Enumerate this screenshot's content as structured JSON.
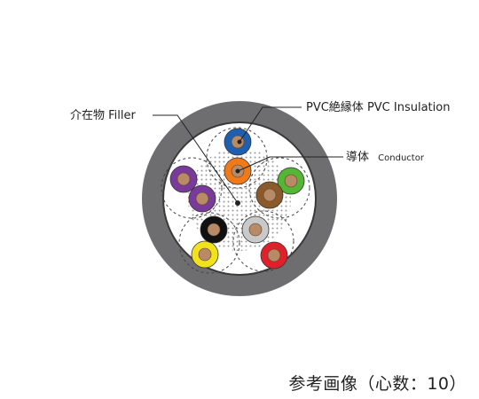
{
  "labels": {
    "filler": "介在物 Filler",
    "insulation": "PVC絶縁体 PVC Insulation",
    "conductor_jp": "導体",
    "conductor_en": "Conductor"
  },
  "caption": "参考画像（心数：10）",
  "colors": {
    "sheath": "#6e6e70",
    "sheath_inner_edge": "#3a3a3a",
    "core_bg": "#ffffff",
    "filler_dots": "#9a9a9a",
    "copper": "#b88a66",
    "leader": "#222222"
  },
  "cores": [
    {
      "name": "blue",
      "color": "#1e5fb0"
    },
    {
      "name": "orange",
      "color": "#f07a1a"
    },
    {
      "name": "green",
      "color": "#55b534"
    },
    {
      "name": "brown",
      "color": "#8a5a2b"
    },
    {
      "name": "light-gray",
      "color": "#c9c9c9"
    },
    {
      "name": "red",
      "color": "#e0202a"
    },
    {
      "name": "yellow",
      "color": "#f2e21c"
    },
    {
      "name": "black",
      "color": "#111111"
    },
    {
      "name": "purple-1",
      "color": "#7a3a9a"
    },
    {
      "name": "purple-2",
      "color": "#7a3a9a"
    }
  ]
}
